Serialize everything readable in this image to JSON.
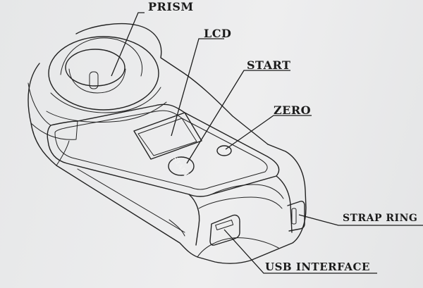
{
  "labels": {
    "prism": "PRISM",
    "lcd": "LCD",
    "start": "START",
    "zero": "ZERO",
    "strap_ring": "STRAP RING",
    "usb_interface": "USB INTERFACE"
  },
  "device": {
    "start_button_text": "START",
    "zero_button_text": "ZERO"
  },
  "colors": {
    "paper": "#ebeced",
    "ink": "#1b1b1b"
  }
}
